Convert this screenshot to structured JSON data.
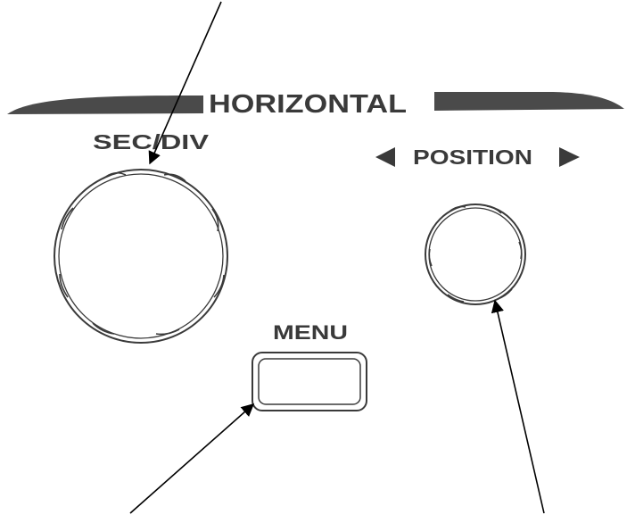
{
  "section": {
    "title": "HORIZONTAL"
  },
  "controls": {
    "sec_div_label": "SEC/DIV",
    "position_label": "POSITION",
    "menu_label": "MENU"
  },
  "colors": {
    "ink": "#3a3a3a",
    "band": "#4a4a4a",
    "arrow": "#000000",
    "background": "#ffffff"
  },
  "icons": {
    "position_left": "triangle-left-icon",
    "position_right": "triangle-right-icon"
  }
}
